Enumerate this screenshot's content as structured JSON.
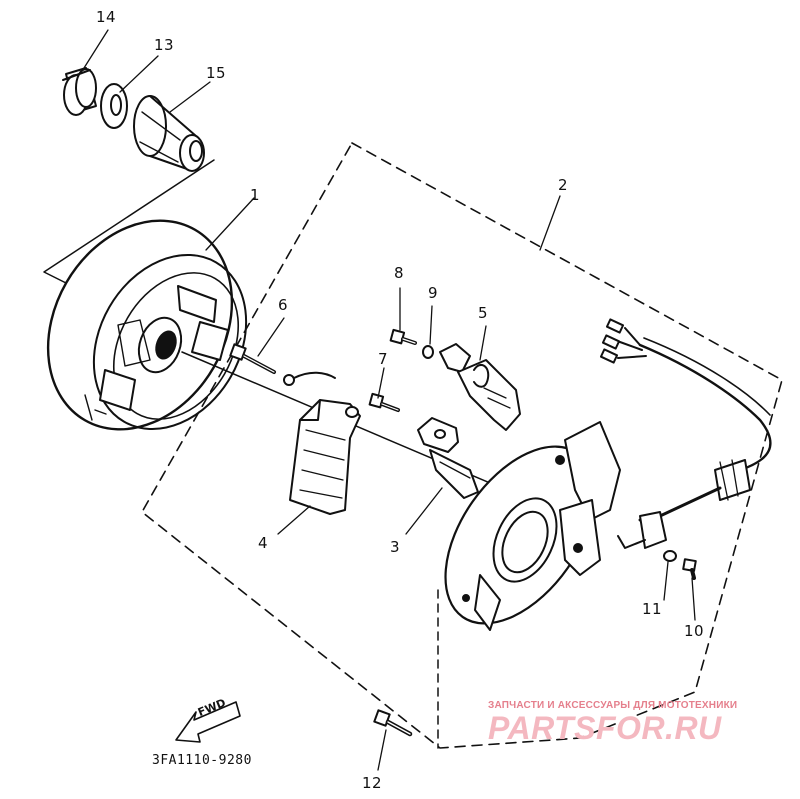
{
  "callouts": {
    "n1": "1",
    "n2": "2",
    "n3": "3",
    "n4": "4",
    "n5": "5",
    "n6": "6",
    "n7": "7",
    "n8": "8",
    "n9": "9",
    "n10": "10",
    "n11": "11",
    "n12": "12",
    "n13": "13",
    "n14": "14",
    "n15": "15"
  },
  "fwd_label": "FWD",
  "diagram_code": "3FA1110-9280",
  "watermark": {
    "tagline": "ЗАПЧАСТИ И АКСЕССУАРЫ ДЛЯ МОТОТЕХНИКИ",
    "logo": "PARTSFOR.RU"
  },
  "colors": {
    "line": "#111111",
    "watermark": "#e57f8c"
  }
}
